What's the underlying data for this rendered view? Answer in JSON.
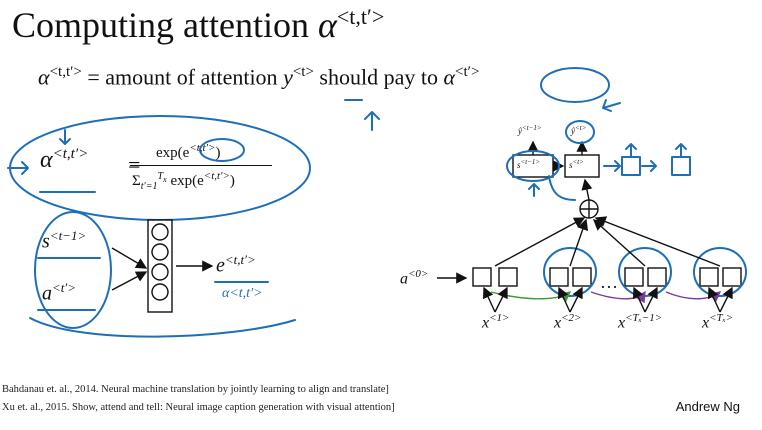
{
  "slide": {
    "title": "Computing attention",
    "title_symbol": "α",
    "title_superscript": "<t,t′>"
  },
  "definition": {
    "lhs_symbol": "α",
    "lhs_superscript": "<t,t′>",
    "text_1": "= amount of attention",
    "y_symbol": "y",
    "y_superscript": "<t>",
    "text_2": "should pay to",
    "rhs_symbol": "α",
    "rhs_superscript": "<t′>"
  },
  "softmax": {
    "lhs": "α",
    "lhs_sup": "<t,t′>",
    "equals": "=",
    "numerator": "exp(e",
    "numerator_sup": "<t,t′>",
    "numerator_close": ")",
    "denominator_sum": "Σ",
    "denominator_sum_top": "T",
    "denominator_sum_top_sub": "x",
    "denominator_sum_bottom": "t′=1",
    "denominator_exp": "exp(e",
    "denominator_sup": "<t,t′>",
    "denominator_close": ")"
  },
  "small_network": {
    "input_1": "s",
    "input_1_sup": "<t−1>",
    "input_2": "a",
    "input_2_sup": "<t′>",
    "output": "e",
    "output_sup": "<t,t′>",
    "handwritten_note": "α<t,t′>"
  },
  "attention_model": {
    "a0_label": "a",
    "a0_sup": "<0>",
    "x_labels": [
      {
        "base": "x",
        "sup": "<1>"
      },
      {
        "base": "x",
        "sup": "<2>"
      },
      {
        "base": "x",
        "sup": "<Tₓ−1>"
      },
      {
        "base": "x",
        "sup": "<Tₓ>"
      }
    ],
    "ellipsis": "…",
    "decoder_states": [
      {
        "base": "s",
        "sup": "<t−1>"
      },
      {
        "base": "s",
        "sup": "<t>"
      }
    ],
    "decoder_outputs": [
      {
        "base": "ŷ",
        "sup": "<t−1>"
      },
      {
        "base": "ŷ",
        "sup": "<t>"
      }
    ],
    "sum_symbol": "⊕"
  },
  "references": [
    "Bahdanau et. al., 2014. Neural machine translation by jointly learning to align and translate]",
    "Xu et. al., 2015. Show, attend and tell: Neural image caption generation with visual attention]"
  ],
  "author": "Andrew Ng",
  "colors": {
    "ink": "#1e6fb8",
    "text": "#111111",
    "green_arrow": "#3a9a3a",
    "purple_arrow": "#7a3aa0"
  }
}
